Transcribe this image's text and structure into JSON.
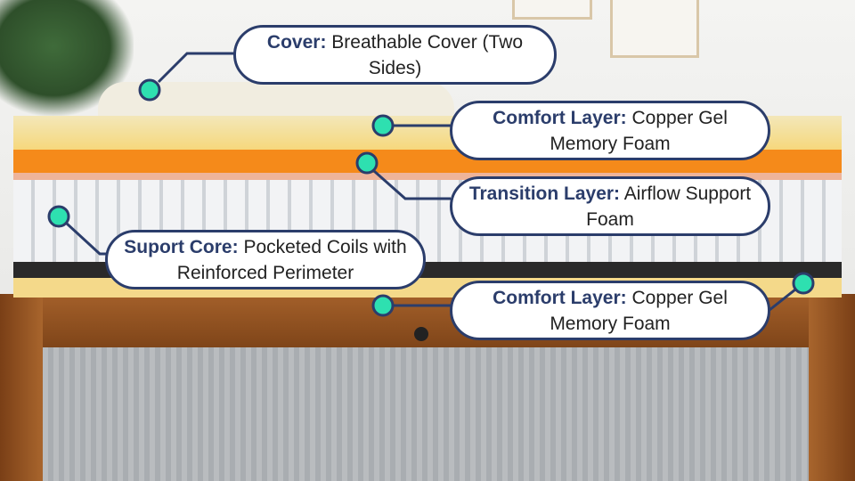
{
  "callouts": [
    {
      "title": "Cover:",
      "text": "Breathable Cover (Two Sides)"
    },
    {
      "title": "Comfort Layer:",
      "text": "Copper Gel Memory Foam"
    },
    {
      "title": "Transition Layer:",
      "text": "Airflow Support Foam"
    },
    {
      "title": "Suport Core:",
      "text": "Pocketed Coils with Reinforced Perimeter"
    },
    {
      "title": "Comfort Layer:",
      "text": "Copper Gel Memory Foam"
    }
  ],
  "colors": {
    "accent": "#2b3d6b",
    "dot": "#2ee0b0",
    "orange": "#f58a1a",
    "yellow": "#f6d779"
  }
}
